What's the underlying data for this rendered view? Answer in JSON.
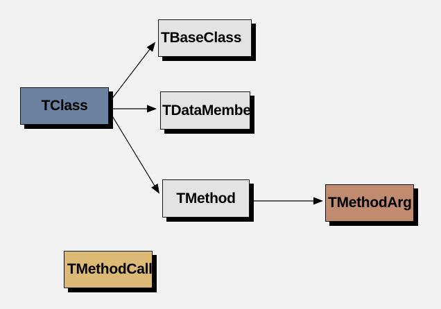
{
  "diagram": {
    "nodes": [
      {
        "id": "tclass",
        "label": "TClass",
        "fill": "#6b83a1"
      },
      {
        "id": "tbaseclass",
        "label": "TBaseClass",
        "fill": "#e3e3e3"
      },
      {
        "id": "tdatamember",
        "label": "TDataMember",
        "fill": "#e3e3e3"
      },
      {
        "id": "tmethod",
        "label": "TMethod",
        "fill": "#e3e3e3"
      },
      {
        "id": "tmethodarg",
        "label": "TMethodArg",
        "fill": "#c18b70"
      },
      {
        "id": "tmethodcall",
        "label": "TMethodCall",
        "fill": "#ddb976"
      }
    ],
    "edges": [
      {
        "from": "TClass",
        "to": "TBaseClass"
      },
      {
        "from": "TClass",
        "to": "TDataMember"
      },
      {
        "from": "TClass",
        "to": "TMethod"
      },
      {
        "from": "TMethod",
        "to": "TMethodArg"
      }
    ],
    "colors": {
      "background": "#f2f2f2",
      "shadow": "#000000",
      "connector": "#000000",
      "border": "#111111"
    }
  }
}
